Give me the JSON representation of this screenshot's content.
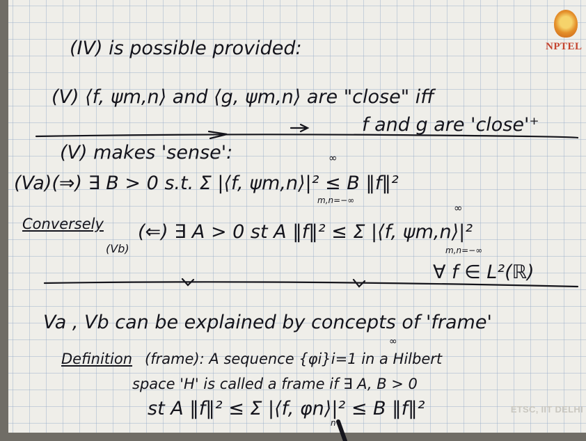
{
  "page": {
    "logo_text": "NPTEL",
    "watermark": "ETSC, IIT DELHI"
  },
  "notes": {
    "line1": "(IV) is possible provided:",
    "line2a": "(V) ⟨f, ψm,n⟩ and ⟨g, ψm,n⟩ are \"close\" iff",
    "line2b": "f and g are 'close'⁺",
    "line3": "(V) makes 'sense':",
    "line4": "(Va)(⇒)   ∃  B > 0  s.t.   Σ |⟨f, ψm,n⟩|² ≤ B ‖f‖²",
    "line4_sub": "m,n=−∞",
    "line4_sup": "∞",
    "line5_label": "Conversely",
    "line5_tag": "(Vb)",
    "line5": "(⇐) ∃ A > 0  st  A ‖f‖² ≤  Σ |⟨f, ψm,n⟩|²",
    "line5_sub": "m,n=−∞",
    "line5_sup": "∞",
    "line6": "∀ f ∈ L²(ℝ)",
    "line7": "Va , Vb  can be explained by concepts of 'frame'",
    "line8_label": "Definition",
    "line8": "(frame): A sequence {φi}i=1 in a Hilbert",
    "line8_sup": "∞",
    "line9": "space 'H' is called a frame if ∃ A, B > 0",
    "line10": "st  A ‖f‖² ≤  Σ |⟨f, φn⟩|² ≤ B ‖f‖²",
    "line10_sub": "n"
  }
}
